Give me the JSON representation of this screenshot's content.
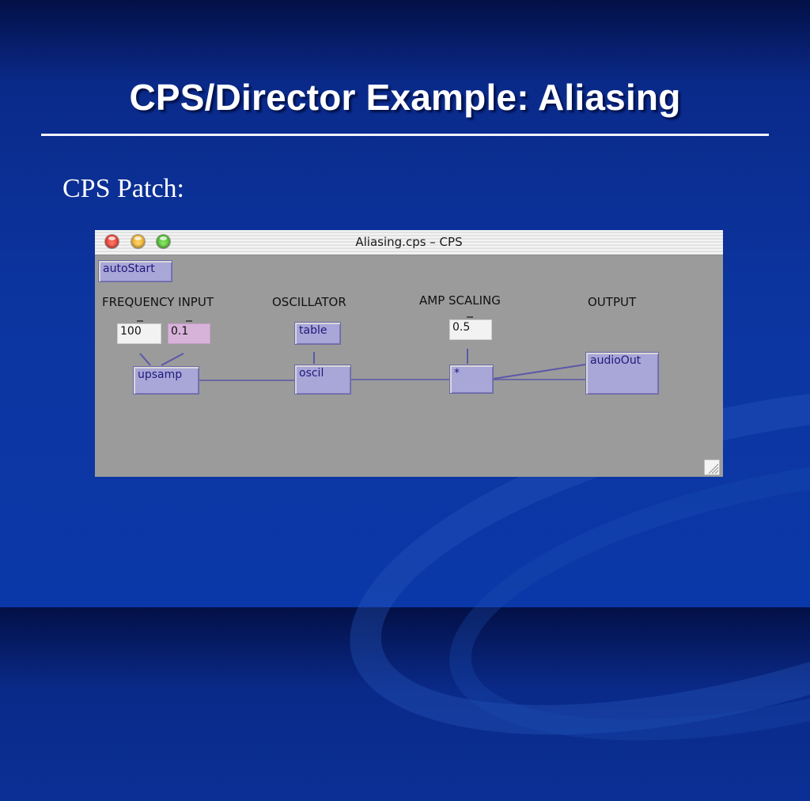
{
  "slide": {
    "title": "CPS/Director Example: Aliasing",
    "subtitle": "CPS Patch:"
  },
  "window": {
    "title": "Aliasing.cps – CPS",
    "buttons": [
      "close",
      "minimize",
      "zoom"
    ]
  },
  "patch": {
    "autostart_label": "autoStart",
    "sections": {
      "frequency_input": "FREQUENCY INPUT",
      "oscillator": "OSCILLATOR",
      "amp_scaling": "AMP SCALING",
      "output": "OUTPUT"
    },
    "number_boxes": {
      "frequency": "100",
      "upsample_factor": "0.1",
      "amplitude": "0.5"
    },
    "objects": {
      "upsamp": "upsamp",
      "table": "table",
      "oscil": "oscil",
      "multiply": "*",
      "audio_out": "audioOut"
    }
  },
  "colors": {
    "object_fill": "#a9a6d8",
    "wire": "#5a58a8",
    "canvas": "#9b9b9b",
    "slide_background": "#0c35a0"
  }
}
